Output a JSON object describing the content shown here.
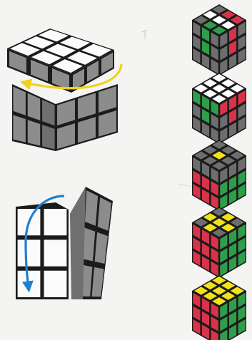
{
  "colors": {
    "background": "#f4f4f2",
    "cube_body": "#1b1b1b",
    "grey_face": "#8c8c8c",
    "grey_face_dark": "#6f6f6f",
    "white_face": "#fbfbfb",
    "arrow_yellow": "#f0d21a",
    "arrow_blue": "#1f7fcf",
    "sticker_green": "#2f9e4a",
    "sticker_red": "#d9334a",
    "sticker_yellow": "#f2e21a",
    "sticker_white": "#ffffff",
    "sticker_grey": "#6e6e6e"
  },
  "icons": {
    "top_cube": "rotating-top-layer-cube-icon",
    "top_arrow": "turn-left-arrow-icon",
    "bottom_cube": "rotating-right-layer-cube-icon",
    "bottom_arrow": "turn-down-arrow-icon"
  },
  "steps": [
    {
      "name": "step-1",
      "top": [
        "k",
        "w",
        "k",
        "g",
        "w",
        "r",
        "g",
        "w",
        "r"
      ],
      "left": [
        "k",
        "g",
        "k",
        "k",
        "g",
        "k",
        "k",
        "k",
        "k"
      ],
      "right": [
        "k",
        "r",
        "k",
        "k",
        "r",
        "k",
        "k",
        "k",
        "k"
      ]
    },
    {
      "name": "step-2",
      "top": [
        "w",
        "w",
        "w",
        "w",
        "w",
        "w",
        "w",
        "w",
        "w"
      ],
      "left": [
        "g",
        "g",
        "g",
        "k",
        "g",
        "k",
        "k",
        "k",
        "k"
      ],
      "right": [
        "r",
        "r",
        "r",
        "k",
        "r",
        "k",
        "k",
        "k",
        "k"
      ]
    },
    {
      "name": "step-3",
      "top": [
        "k",
        "k",
        "k",
        "k",
        "y",
        "k",
        "k",
        "k",
        "k"
      ],
      "left": [
        "k",
        "k",
        "k",
        "r",
        "r",
        "r",
        "r",
        "r",
        "r"
      ],
      "right": [
        "k",
        "k",
        "k",
        "g",
        "g",
        "g",
        "g",
        "g",
        "g"
      ]
    },
    {
      "name": "step-4",
      "top": [
        "k",
        "y",
        "k",
        "y",
        "y",
        "y",
        "k",
        "y",
        "k"
      ],
      "left": [
        "r",
        "r",
        "r",
        "r",
        "r",
        "r",
        "r",
        "r",
        "r"
      ],
      "right": [
        "g",
        "g",
        "g",
        "g",
        "g",
        "g",
        "g",
        "g",
        "g"
      ]
    },
    {
      "name": "step-5",
      "top": [
        "y",
        "y",
        "y",
        "y",
        "y",
        "y",
        "y",
        "y",
        "y"
      ],
      "left": [
        "r",
        "r",
        "r",
        "r",
        "r",
        "r",
        "r",
        "r",
        "r"
      ],
      "right": [
        "g",
        "g",
        "g",
        "g",
        "g",
        "g",
        "g",
        "g",
        "g"
      ]
    }
  ]
}
